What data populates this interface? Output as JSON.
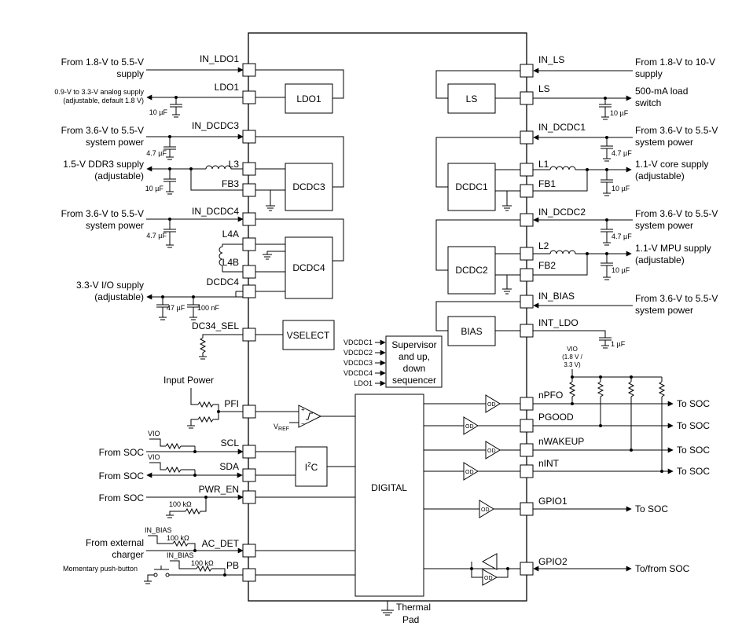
{
  "pins_left": [
    "IN_LDO1",
    "LDO1",
    "IN_DCDC3",
    "L3",
    "FB3",
    "IN_DCDC4",
    "L4A",
    "L4B",
    "DCDC4",
    "DC34_SEL",
    "PFI",
    "SCL",
    "SDA",
    "PWR_EN",
    "AC_DET",
    "PB"
  ],
  "pins_right": [
    "IN_LS",
    "LS",
    "IN_DCDC1",
    "L1",
    "FB1",
    "IN_DCDC2",
    "L2",
    "FB2",
    "IN_BIAS",
    "INT_LDO",
    "nPFO",
    "PGOOD",
    "nWAKEUP",
    "nINT",
    "GPIO1",
    "GPIO2"
  ],
  "blocks": {
    "ldo1": "LDO1",
    "ls": "LS",
    "dcdc3": "DCDC3",
    "dcdc1": "DCDC1",
    "dcdc4": "DCDC4",
    "dcdc2": "DCDC2",
    "bias": "BIAS",
    "vselect": "VSELECT",
    "i2c_prefix": "I",
    "i2c_sup": "2",
    "i2c_suffix": "C",
    "digital": "DIGITAL",
    "supervisor": [
      "Supervisor",
      "and up,",
      "down",
      "sequencer"
    ]
  },
  "supervisor_inputs": [
    "VDCDC1",
    "VDCDC2",
    "VDCDC3",
    "VDCDC4",
    "LDO1"
  ],
  "left_ext": {
    "in_ldo1": [
      "From 1.8-V to 5.5-V",
      "supply"
    ],
    "ldo1_out": [
      "0.9-V to 3.3-V analog supply",
      "(adjustable, default 1.8 V)"
    ],
    "in_dcdc3": [
      "From 3.6-V to 5.5-V",
      "system power"
    ],
    "ddr3": [
      "1.5-V DDR3 supply",
      "(adjustable)"
    ],
    "in_dcdc4": [
      "From 3.6-V to 5.5-V",
      "system power"
    ],
    "io": [
      "3.3-V I/O supply",
      "(adjustable)"
    ],
    "input_power": "Input Power",
    "scl_from": "From SOC",
    "sda_from": "From SOC",
    "pwr_en_from": "From SOC",
    "charger": [
      "From external",
      "charger"
    ],
    "pushbutton": "Momentary push-button",
    "vio1": "VIO",
    "vio2": "VIO",
    "in_bias1": "IN_BIAS",
    "in_bias2": "IN_BIAS",
    "r100k_1": "100 kΩ",
    "r100k_2": "100 kΩ",
    "r100k_3": "100 kΩ",
    "vref_main": "V",
    "vref_sub": "REF"
  },
  "right_ext": {
    "in_ls": [
      "From 1.8-V to 10-V",
      "supply"
    ],
    "ls_out": [
      "500-mA load",
      "switch"
    ],
    "in_dcdc1": [
      "From 3.6-V to 5.5-V",
      "system power"
    ],
    "core": [
      "1.1-V core supply",
      "(adjustable)"
    ],
    "in_dcdc2": [
      "From 3.6-V to 5.5-V",
      "system power"
    ],
    "mpu": [
      "1.1-V MPU supply",
      "(adjustable)"
    ],
    "in_bias": [
      "From 3.6-V to 5.5-V",
      "system power"
    ],
    "vio": [
      "VIO",
      "(1.8 V /",
      "3.3 V)"
    ],
    "to_soc": [
      "To SOC",
      "To SOC",
      "To SOC",
      "To SOC",
      "To SOC"
    ],
    "to_from_soc": "To/from SOC"
  },
  "caps": {
    "c_ldo1": "10 µF",
    "c_indcdc3": "4.7 µF",
    "c_l3": "10 µF",
    "c_indcdc4": "4.7 µF",
    "c_dcdc4_a": "47 µF",
    "c_dcdc4_b": "100 nF",
    "c_ls": "10 µF",
    "c_indcdc1": "4.7 µF",
    "c_l1": "10 µF",
    "c_indcdc2": "4.7 µF",
    "c_l2": "10 µF",
    "c_intldo": "1 µF"
  },
  "buffer_mark": "OD",
  "thermal": [
    "Thermal",
    "Pad"
  ]
}
